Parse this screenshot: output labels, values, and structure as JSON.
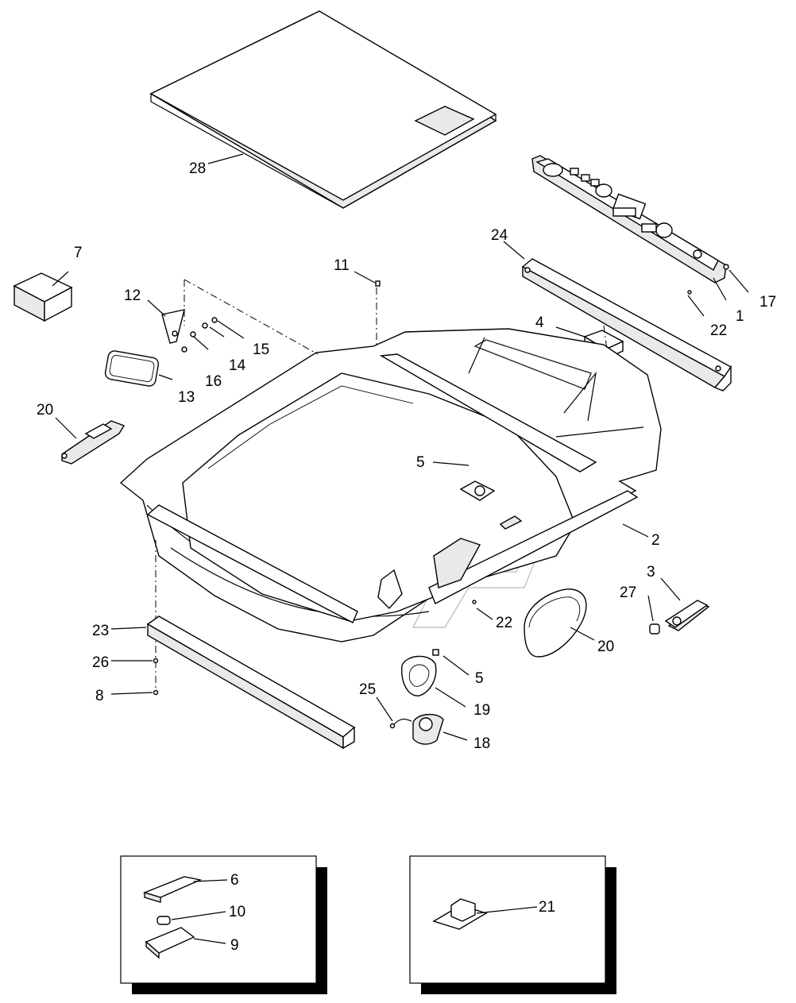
{
  "callouts": {
    "c1": "1",
    "c2": "2",
    "c3": "3",
    "c4": "4",
    "c5a": "5",
    "c5b": "5",
    "c6": "6",
    "c7": "7",
    "c8": "8",
    "c9": "9",
    "c10": "10",
    "c11": "11",
    "c12": "12",
    "c13": "13",
    "c14": "14",
    "c15": "15",
    "c16": "16",
    "c17": "17",
    "c18": "18",
    "c19": "19",
    "c20a": "20",
    "c20b": "20",
    "c21": "21",
    "c22a": "22",
    "c22b": "22",
    "c23": "23",
    "c24": "24",
    "c25": "25",
    "c26": "26",
    "c27": "27",
    "c28": "28"
  },
  "colors": {
    "line": "#000000",
    "part_fill": "#ffffff",
    "shade": "#e9e9e9",
    "watermark": "#b9b9b9",
    "inset_shadow": "#000000"
  },
  "icons": {
    "headliner": "roof-headliner-icon",
    "mat": "insulation-mat-icon",
    "console": "overhead-console-icon",
    "lamp": "dome-lamp-icon",
    "switch": "switch-icon",
    "module": "control-module-icon"
  }
}
